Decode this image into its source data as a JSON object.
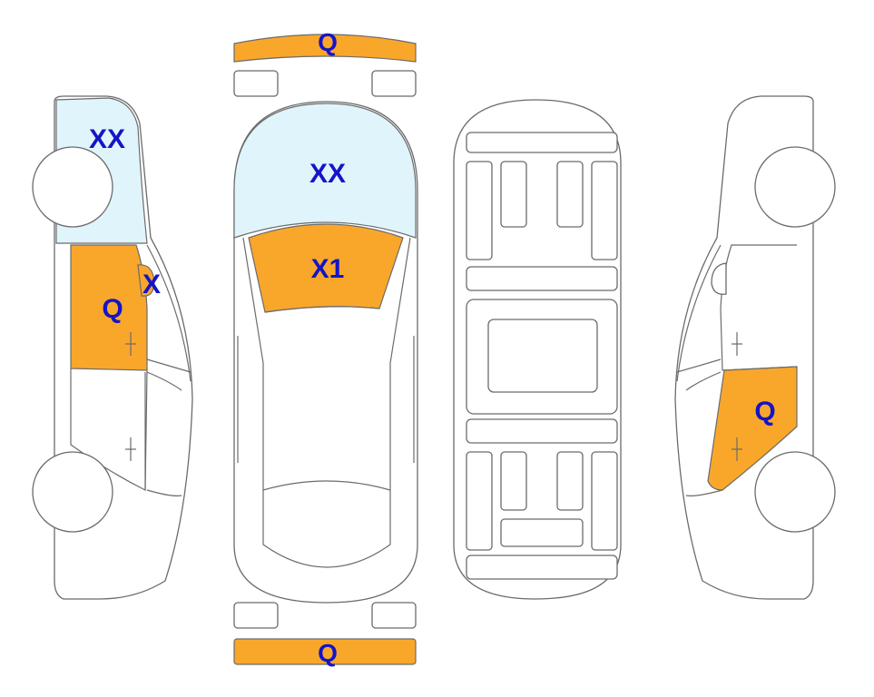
{
  "colors": {
    "damage": "#F9A72B",
    "glass": "#E0F4FB",
    "marker_text": "#1414C8",
    "outline": "#6B6B6B"
  },
  "markers": {
    "front_bumper": "Q",
    "rear_bumper": "Q",
    "top_windshield": "XX",
    "top_roof": "X1",
    "left_windshield": "XX",
    "left_front_door": "Q",
    "left_mirror": "X",
    "right_rear_door": "Q"
  }
}
